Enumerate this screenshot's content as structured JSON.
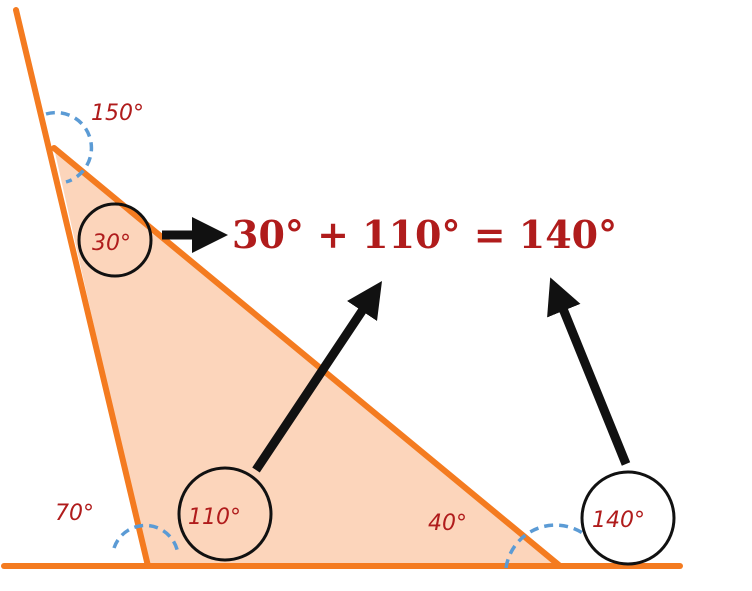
{
  "colors": {
    "triangle_fill": "#fcd5bb",
    "triangle_stroke": "#f47b20",
    "arc_stroke": "#5b9bd5",
    "label_text": "#b01c1c",
    "arrow": "#111111",
    "circle_stroke": "#111111"
  },
  "angles": {
    "top_exterior": "150°",
    "top_interior": "30°",
    "bottom_left_exterior": "70°",
    "bottom_left_interior": "110°",
    "bottom_right_interior": "40°",
    "bottom_right_exterior": "140°"
  },
  "equation": {
    "text": "30° + 110° = 140°"
  }
}
